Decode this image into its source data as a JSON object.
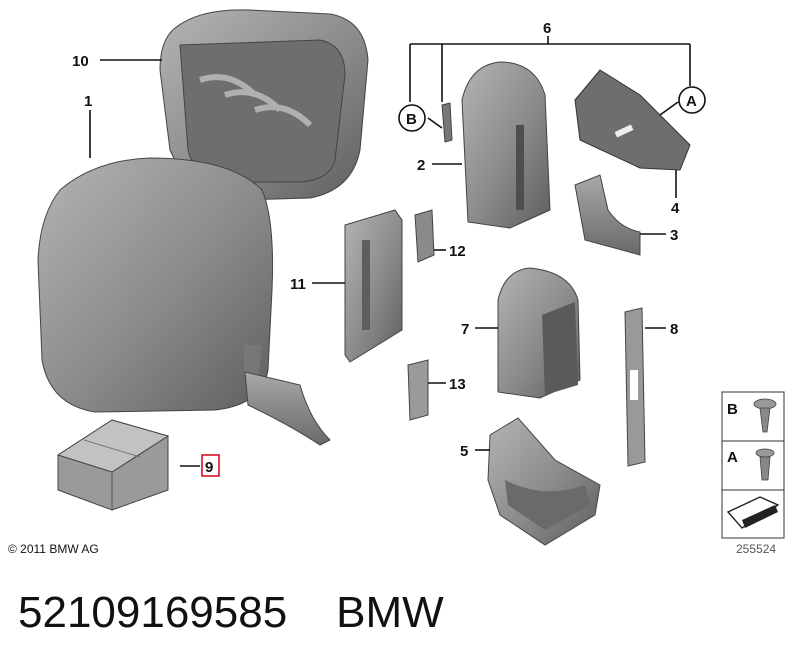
{
  "callouts": {
    "c1": "1",
    "c2": "2",
    "c3": "3",
    "c4": "4",
    "c5": "5",
    "c6": "6",
    "c7": "7",
    "c8": "8",
    "c9": "9",
    "c10": "10",
    "c11": "11",
    "c12": "12",
    "c13": "13",
    "cA": "A",
    "cB": "B"
  },
  "legend": {
    "b_label": "B",
    "a_label": "A"
  },
  "copyright": "© 2011 BMW AG",
  "reference_number": "255524",
  "footer": {
    "part_number": "52109169585",
    "brand": "BMW"
  },
  "colors": {
    "part_fill": "#8a8a8a",
    "part_dark": "#5e5e5e",
    "part_light": "#b4b4b4",
    "highlight_box": "#d0021b"
  }
}
